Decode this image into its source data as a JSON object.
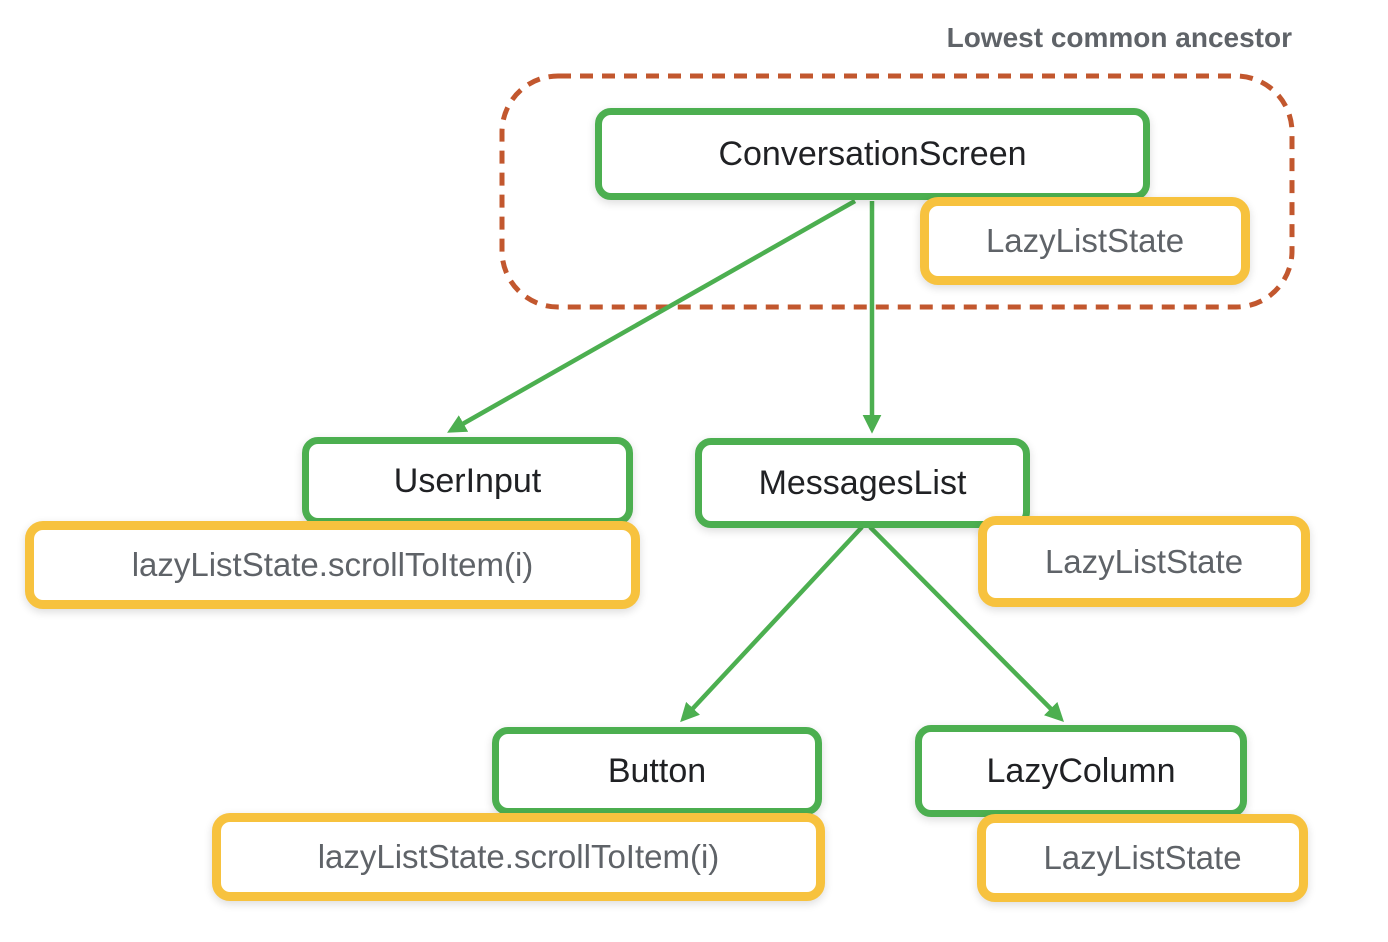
{
  "diagram": {
    "annotation": "Lowest common ancestor",
    "nodes": {
      "conversation_screen": {
        "label": "ConversationScreen",
        "state": "LazyListState"
      },
      "user_input": {
        "label": "UserInput",
        "state": "lazyListState.scrollToItem(i)"
      },
      "messages_list": {
        "label": "MessagesList",
        "state": "LazyListState"
      },
      "button": {
        "label": "Button",
        "state": "lazyListState.scrollToItem(i)"
      },
      "lazy_column": {
        "label": "LazyColumn",
        "state": "LazyListState"
      }
    },
    "edges": [
      {
        "from": "ConversationScreen",
        "to": "UserInput"
      },
      {
        "from": "ConversationScreen",
        "to": "MessagesList"
      },
      {
        "from": "MessagesList",
        "to": "Button"
      },
      {
        "from": "MessagesList",
        "to": "LazyColumn"
      }
    ],
    "colors": {
      "composable_border": "#4caf50",
      "state_border": "#f7c23e",
      "arrow": "#4caf50",
      "ancestor_outline": "#c2572e",
      "composable_text": "#202124",
      "state_text": "#5f6368",
      "annotation_text": "#5f6368"
    }
  }
}
